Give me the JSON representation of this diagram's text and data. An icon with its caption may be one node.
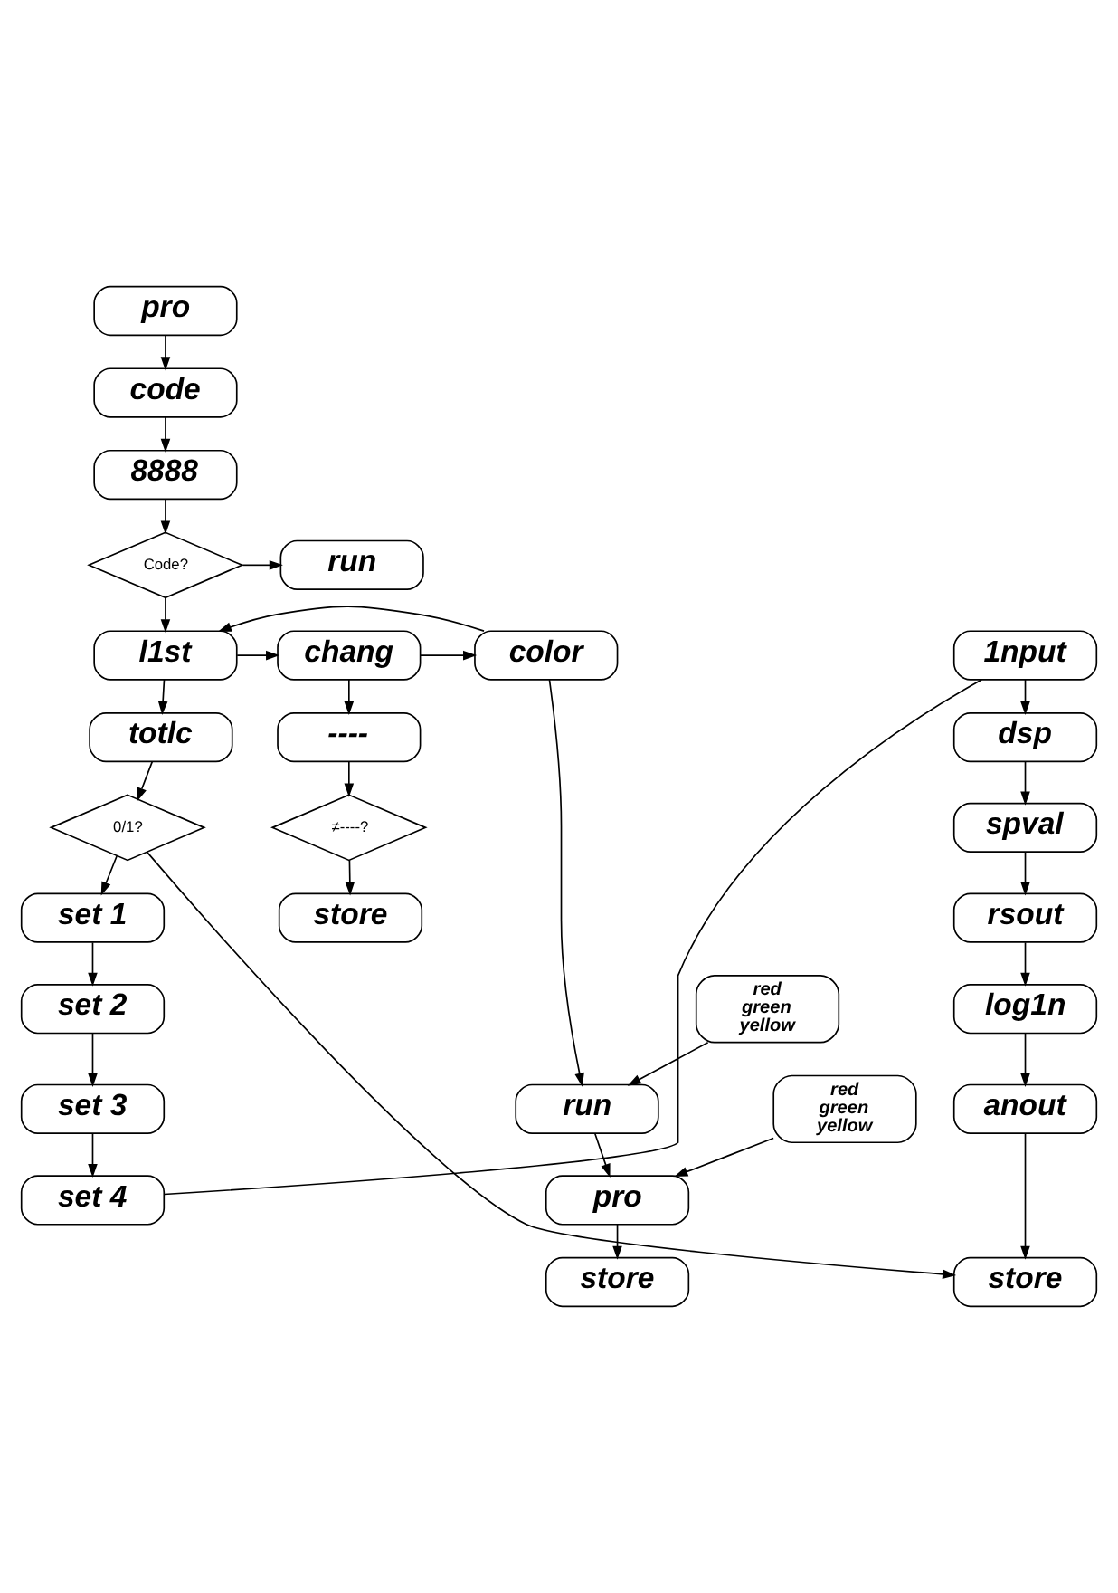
{
  "diagram": {
    "nodes": [
      {
        "text": [
          "pro"
        ]
      },
      {
        "text": [
          "code"
        ]
      },
      {
        "text": [
          "8888"
        ]
      },
      {
        "text": [
          "Code?"
        ]
      },
      {
        "text": [
          "run"
        ]
      },
      {
        "text": [
          "1nput"
        ]
      },
      {
        "text": [
          "dsp"
        ]
      },
      {
        "text": [
          "l1st"
        ]
      },
      {
        "text": [
          "chang"
        ]
      },
      {
        "text": [
          "color"
        ]
      },
      {
        "text": [
          "spval"
        ]
      },
      {
        "text": [
          "totlc"
        ]
      },
      {
        "text": [
          "----"
        ]
      },
      {
        "text": [
          "rsout"
        ]
      },
      {
        "text": [
          "0/1?"
        ]
      },
      {
        "text": [
          "≠----?"
        ]
      },
      {
        "text": [
          "log1n"
        ]
      },
      {
        "text": [
          "set 1"
        ]
      },
      {
        "text": [
          "store"
        ]
      },
      {
        "text": [
          "anout"
        ]
      },
      {
        "text": [
          "set 2"
        ]
      },
      {
        "text": [
          "red green yellow"
        ]
      },
      {
        "text": [
          "run"
        ]
      },
      {
        "text": [
          "set 3"
        ]
      },
      {
        "text": [
          "red green yellow"
        ]
      },
      {
        "text": [
          "pro"
        ]
      },
      {
        "text": [
          "set 4"
        ]
      },
      {
        "text": [
          "store"
        ]
      },
      {
        "text": [
          "store"
        ]
      }
    ],
    "edges": [
      {
        "from": 0,
        "to": 1,
        "arrow": "to"
      },
      {
        "from": 1,
        "to": 2,
        "arrow": "to"
      },
      {
        "from": 2,
        "to": 3,
        "arrow": "to"
      },
      {
        "from": 3,
        "to": 4,
        "arrow": "to"
      },
      {
        "from": 3,
        "to": 7,
        "arrow": "to"
      },
      {
        "from": 7,
        "to": 8,
        "arrow": "to"
      },
      {
        "from": 8,
        "to": 9,
        "arrow": "to"
      },
      {
        "from": 9,
        "to": 7,
        "arrow": "to"
      },
      {
        "from": 7,
        "to": 11,
        "arrow": "to"
      },
      {
        "from": 11,
        "to": 14,
        "arrow": "to"
      },
      {
        "from": 14,
        "to": 17,
        "arrow": "to"
      },
      {
        "from": 14,
        "to": 28,
        "arrow": "to"
      },
      {
        "from": 17,
        "to": 20,
        "arrow": "to"
      },
      {
        "from": 20,
        "to": 23,
        "arrow": "to"
      },
      {
        "from": 23,
        "to": 26,
        "arrow": "to"
      },
      {
        "from": 26,
        "to": 5,
        "arrow": "none"
      },
      {
        "from": 8,
        "to": 12,
        "arrow": "to"
      },
      {
        "from": 12,
        "to": 15,
        "arrow": "to"
      },
      {
        "from": 15,
        "to": 18,
        "arrow": "to"
      },
      {
        "from": 9,
        "to": 22,
        "arrow": "to"
      },
      {
        "from": 21,
        "to": 22,
        "arrow": "to"
      },
      {
        "from": 24,
        "to": 25,
        "arrow": "to"
      },
      {
        "from": 22,
        "to": 25,
        "arrow": "to"
      },
      {
        "from": 25,
        "to": 27,
        "arrow": "to"
      },
      {
        "from": 5,
        "to": 6,
        "arrow": "to"
      },
      {
        "from": 6,
        "to": 10,
        "arrow": "to"
      },
      {
        "from": 10,
        "to": 13,
        "arrow": "to"
      },
      {
        "from": 13,
        "to": 16,
        "arrow": "to"
      },
      {
        "from": 16,
        "to": 19,
        "arrow": "to"
      },
      {
        "from": 19,
        "to": 28,
        "arrow": "to"
      }
    ]
  }
}
